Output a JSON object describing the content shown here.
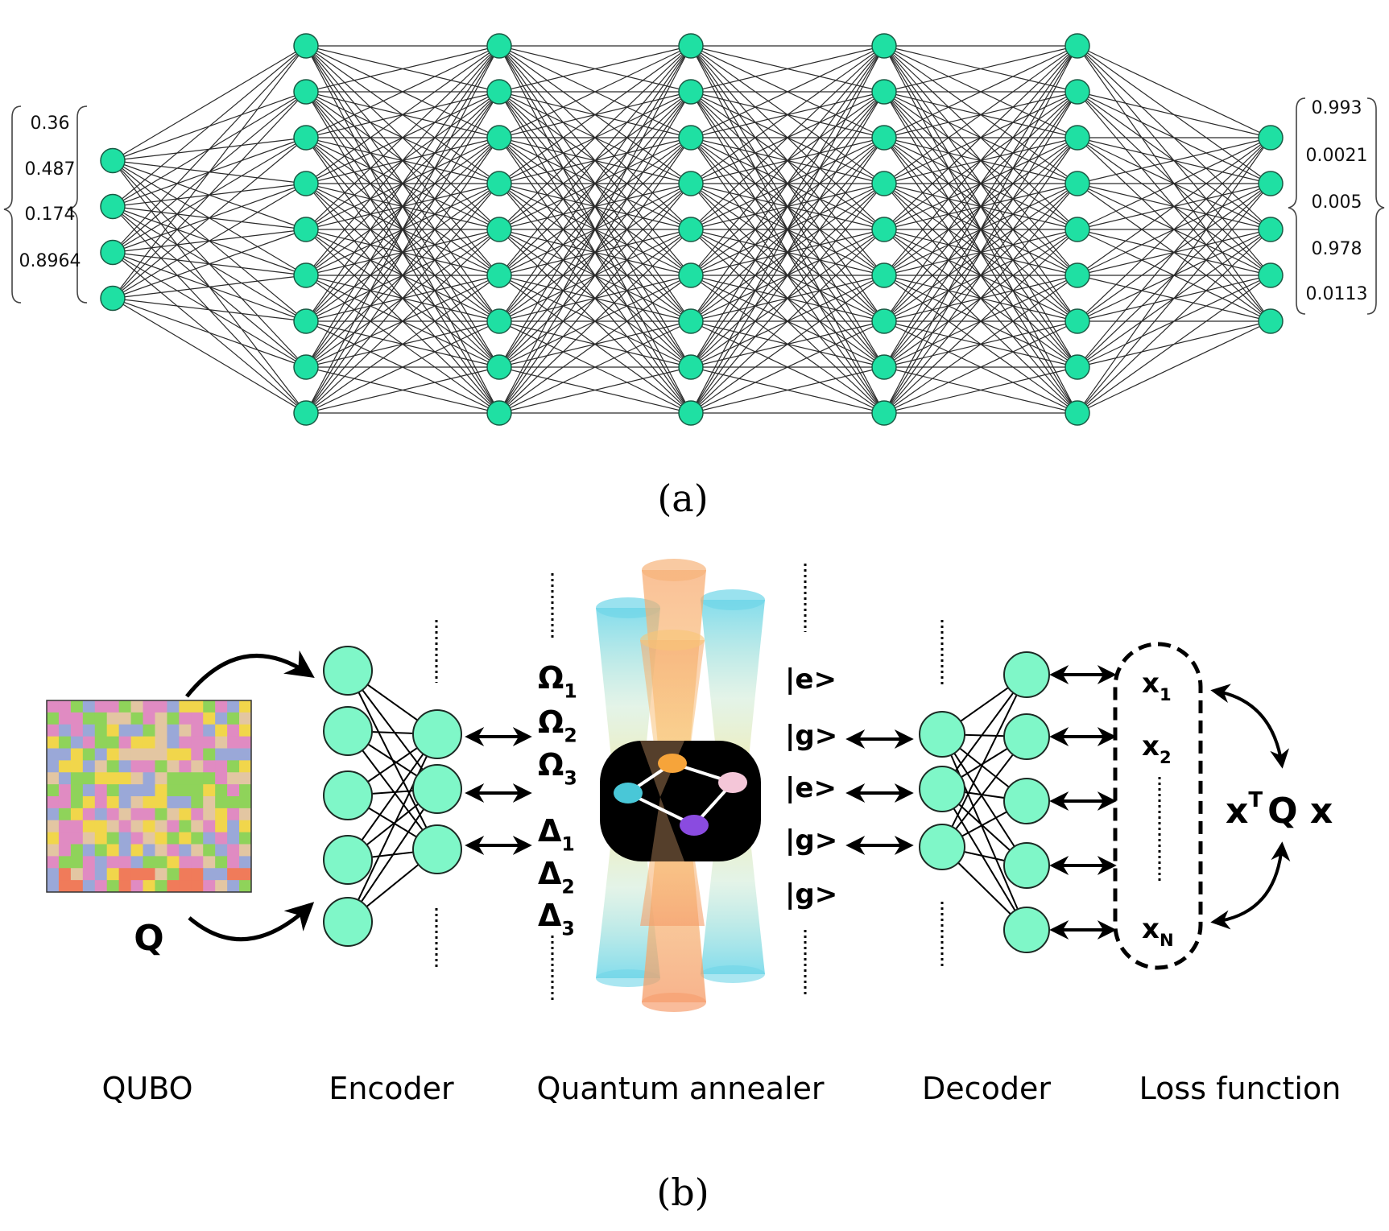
{
  "colors": {
    "node_fill": "#1fe0a3",
    "node_fill_b": "#7ff7c8",
    "node_stroke": "#1a5a44",
    "edge": "#2a2a2a"
  },
  "panel_a": {
    "caption": "(a)",
    "input_values": [
      "0.36",
      "0.487",
      "0.174",
      "0.8964"
    ],
    "output_values": [
      "0.993",
      "0.0021",
      "0.005",
      "0.978",
      "0.0113"
    ],
    "layer_sizes": [
      4,
      9,
      9,
      9,
      9,
      9,
      5
    ]
  },
  "panel_b": {
    "caption": "(b)",
    "qubo_symbol": "Q",
    "omega_labels": [
      {
        "base": "Ω",
        "sub": "1"
      },
      {
        "base": "Ω",
        "sub": "2"
      },
      {
        "base": "Ω",
        "sub": "3"
      }
    ],
    "delta_labels": [
      {
        "base": "Δ",
        "sub": "1"
      },
      {
        "base": "Δ",
        "sub": "2"
      },
      {
        "base": "Δ",
        "sub": "3"
      }
    ],
    "state_labels": [
      "|e>",
      "|g>",
      "|e>",
      "|g>",
      "|g>"
    ],
    "x_labels": [
      {
        "base": "x",
        "sub": "1"
      },
      {
        "base": "x",
        "sub": "2"
      },
      {
        "base": "x",
        "sub": "N"
      }
    ],
    "loss_expression": {
      "a": "x",
      "sup": "T",
      "b": "Q x"
    },
    "section_labels": [
      "QUBO",
      "Encoder",
      "Quantum annealer",
      "Decoder",
      "Loss function"
    ]
  }
}
